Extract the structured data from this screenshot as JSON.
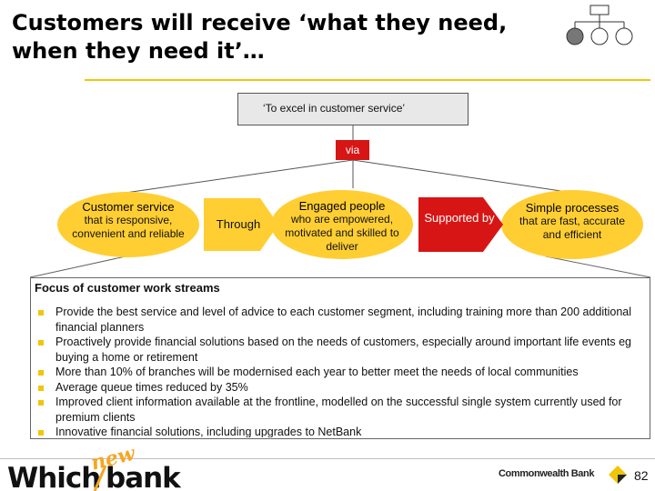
{
  "title": "Customers will receive ‘what they need, when they need it’…",
  "goal_box": "‘To excel in customer service’",
  "via_label": "via",
  "pillars": [
    {
      "head": "Customer service",
      "sub": "that is responsive, convenient and reliable"
    },
    {
      "head": "Engaged people",
      "sub": "who are empowered, motivated and skilled to deliver"
    },
    {
      "head": "Simple processes",
      "sub": "that are fast, accurate and efficient"
    }
  ],
  "arrows": [
    {
      "label": "Through"
    },
    {
      "label": "Supported by"
    }
  ],
  "focus": {
    "heading": "Focus of customer work streams",
    "items": [
      "Provide the best service and level of advice to each customer segment, including training more than 200 additional financial planners",
      "Proactively provide financial solutions based on the needs of customers, especially around important life events eg buying a home or retirement",
      "More than 10% of branches will be modernised each year to better meet the needs of local communities",
      "Average queue times reduced by 35%",
      "Improved client information available at the frontline, modelled on the successful single system currently used for premium clients",
      "Innovative financial solutions, including upgrades to NetBank"
    ]
  },
  "footer": {
    "logo_word_which": "Which",
    "logo_word_new": "new",
    "logo_word_bank": "bank",
    "company": "Commonwealth Bank",
    "page_number": "82"
  },
  "colors": {
    "accent_yellow": "#f0c60a",
    "ellipse_fill": "#ffce33",
    "arrow_red": "#d81515",
    "logo_orange": "#f5a623"
  },
  "icons": [
    "org-tree-icon",
    "bullet-square-icon",
    "commonwealth-diamond-icon"
  ]
}
